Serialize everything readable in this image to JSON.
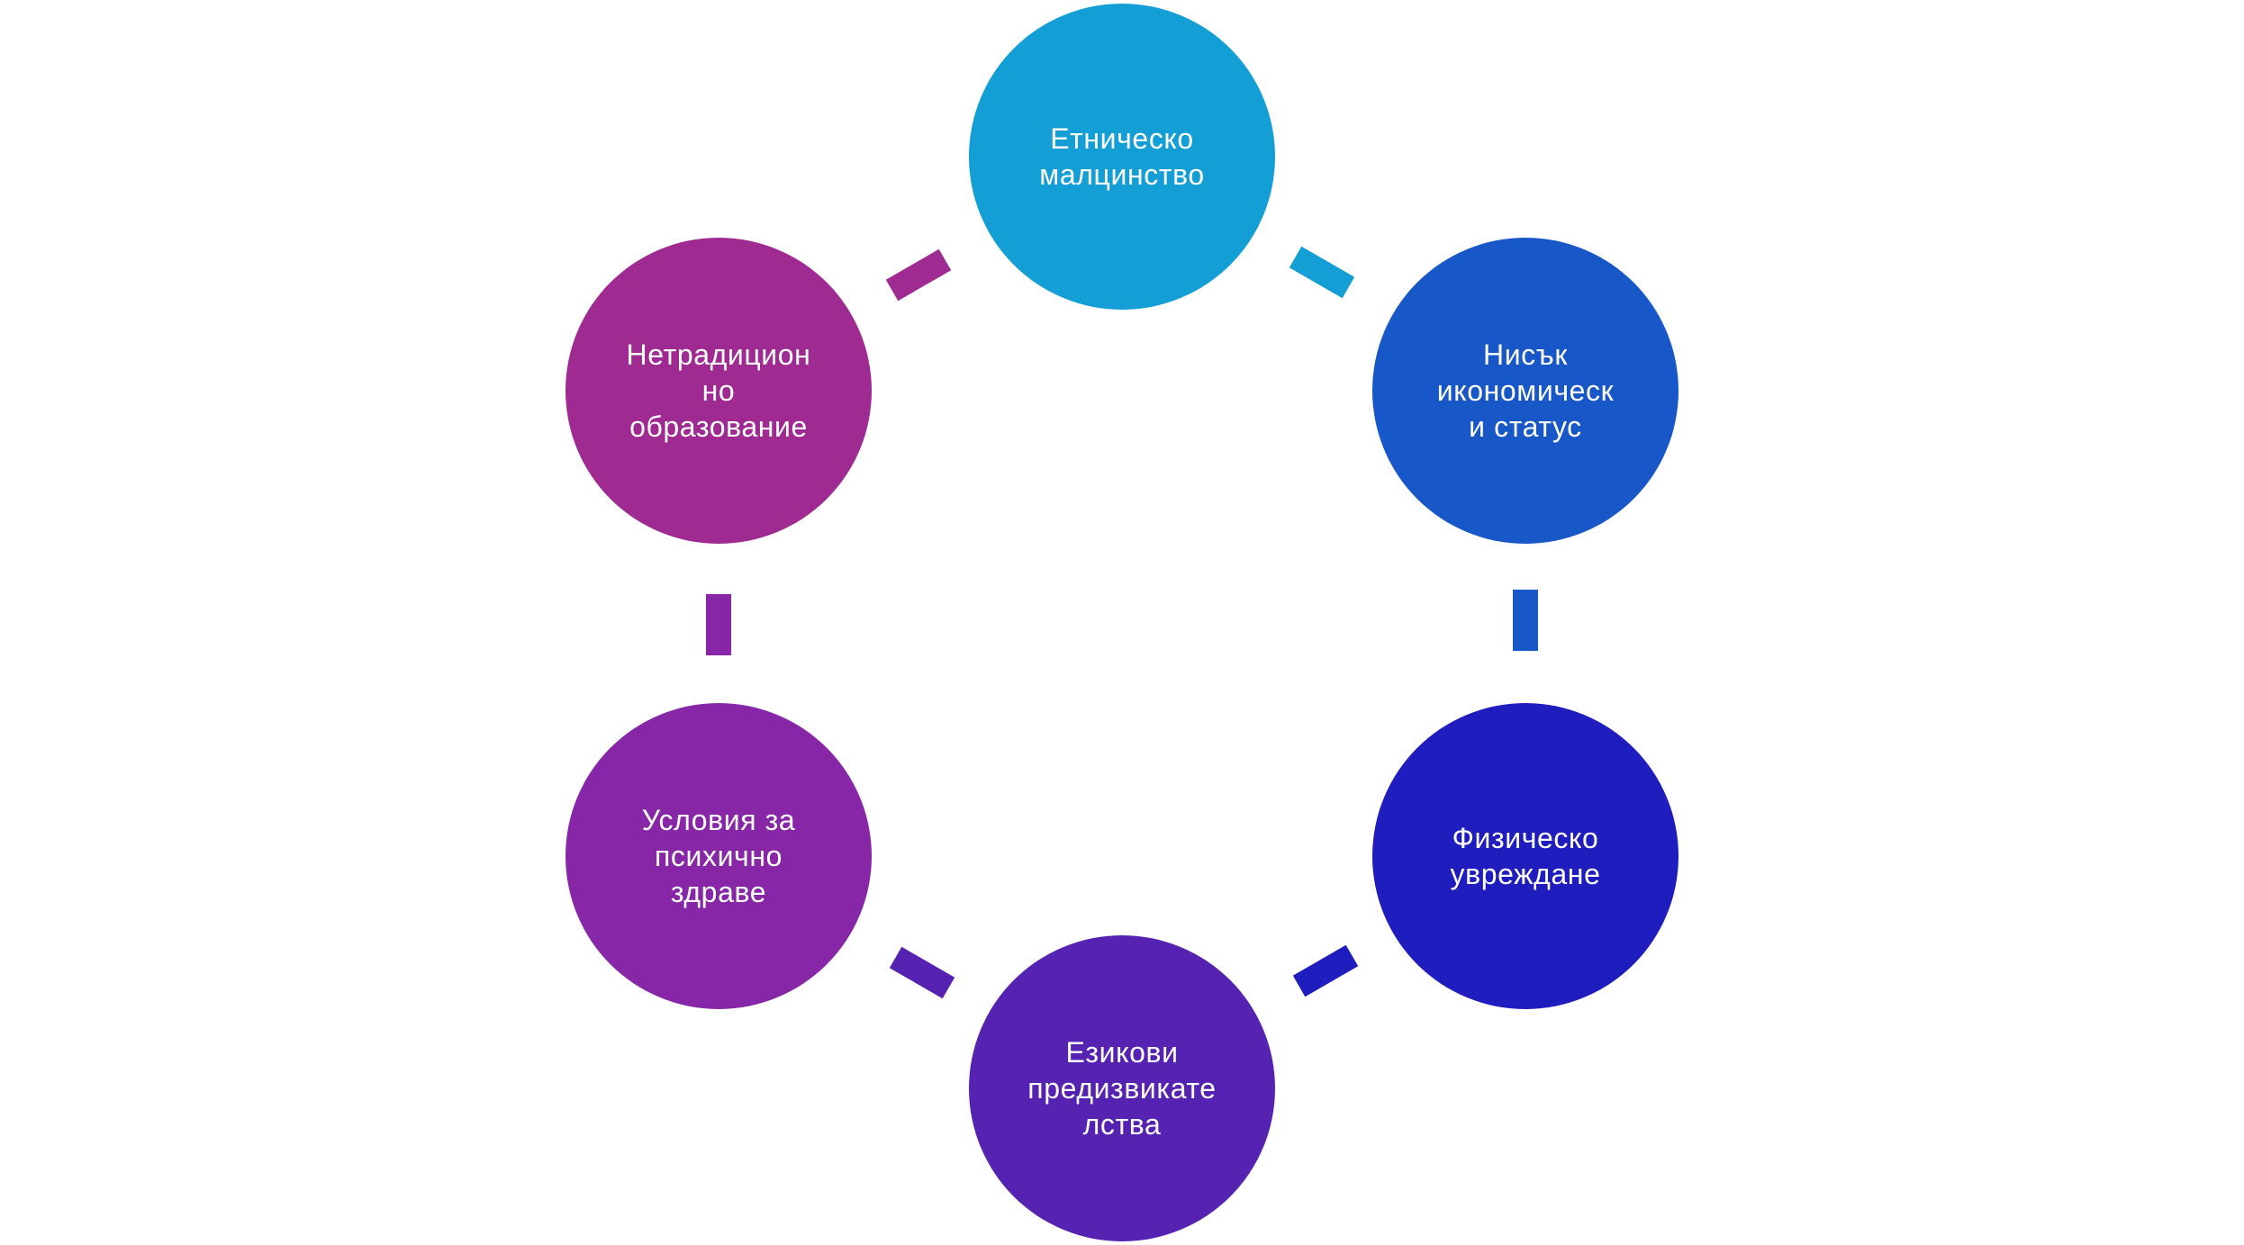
{
  "diagram": {
    "type": "cycle",
    "nodes": [
      {
        "label": "Етническо\nмалцинство",
        "color": "#139ED5"
      },
      {
        "label": "Нисък\nикономическ\nи статус",
        "color": "#1757C8"
      },
      {
        "label": "Физическо\nувреждане",
        "color": "#201DBE"
      },
      {
        "label": "Езикови\nпредизвикате\nлства",
        "color": "#5622B2"
      },
      {
        "label": "Условия за\nпсихично\nздраве",
        "color": "#8727A8"
      },
      {
        "label": "Нетрадицион\nно\nобразование",
        "color": "#9F2B92"
      }
    ],
    "connectors": [
      {
        "from": 0,
        "to": 1,
        "color": "#139ED5"
      },
      {
        "from": 1,
        "to": 2,
        "color": "#1757C8"
      },
      {
        "from": 2,
        "to": 3,
        "color": "#201DBE"
      },
      {
        "from": 3,
        "to": 4,
        "color": "#5622B2"
      },
      {
        "from": 4,
        "to": 5,
        "color": "#8727A8"
      },
      {
        "from": 5,
        "to": 0,
        "color": "#9F2B92"
      }
    ]
  }
}
